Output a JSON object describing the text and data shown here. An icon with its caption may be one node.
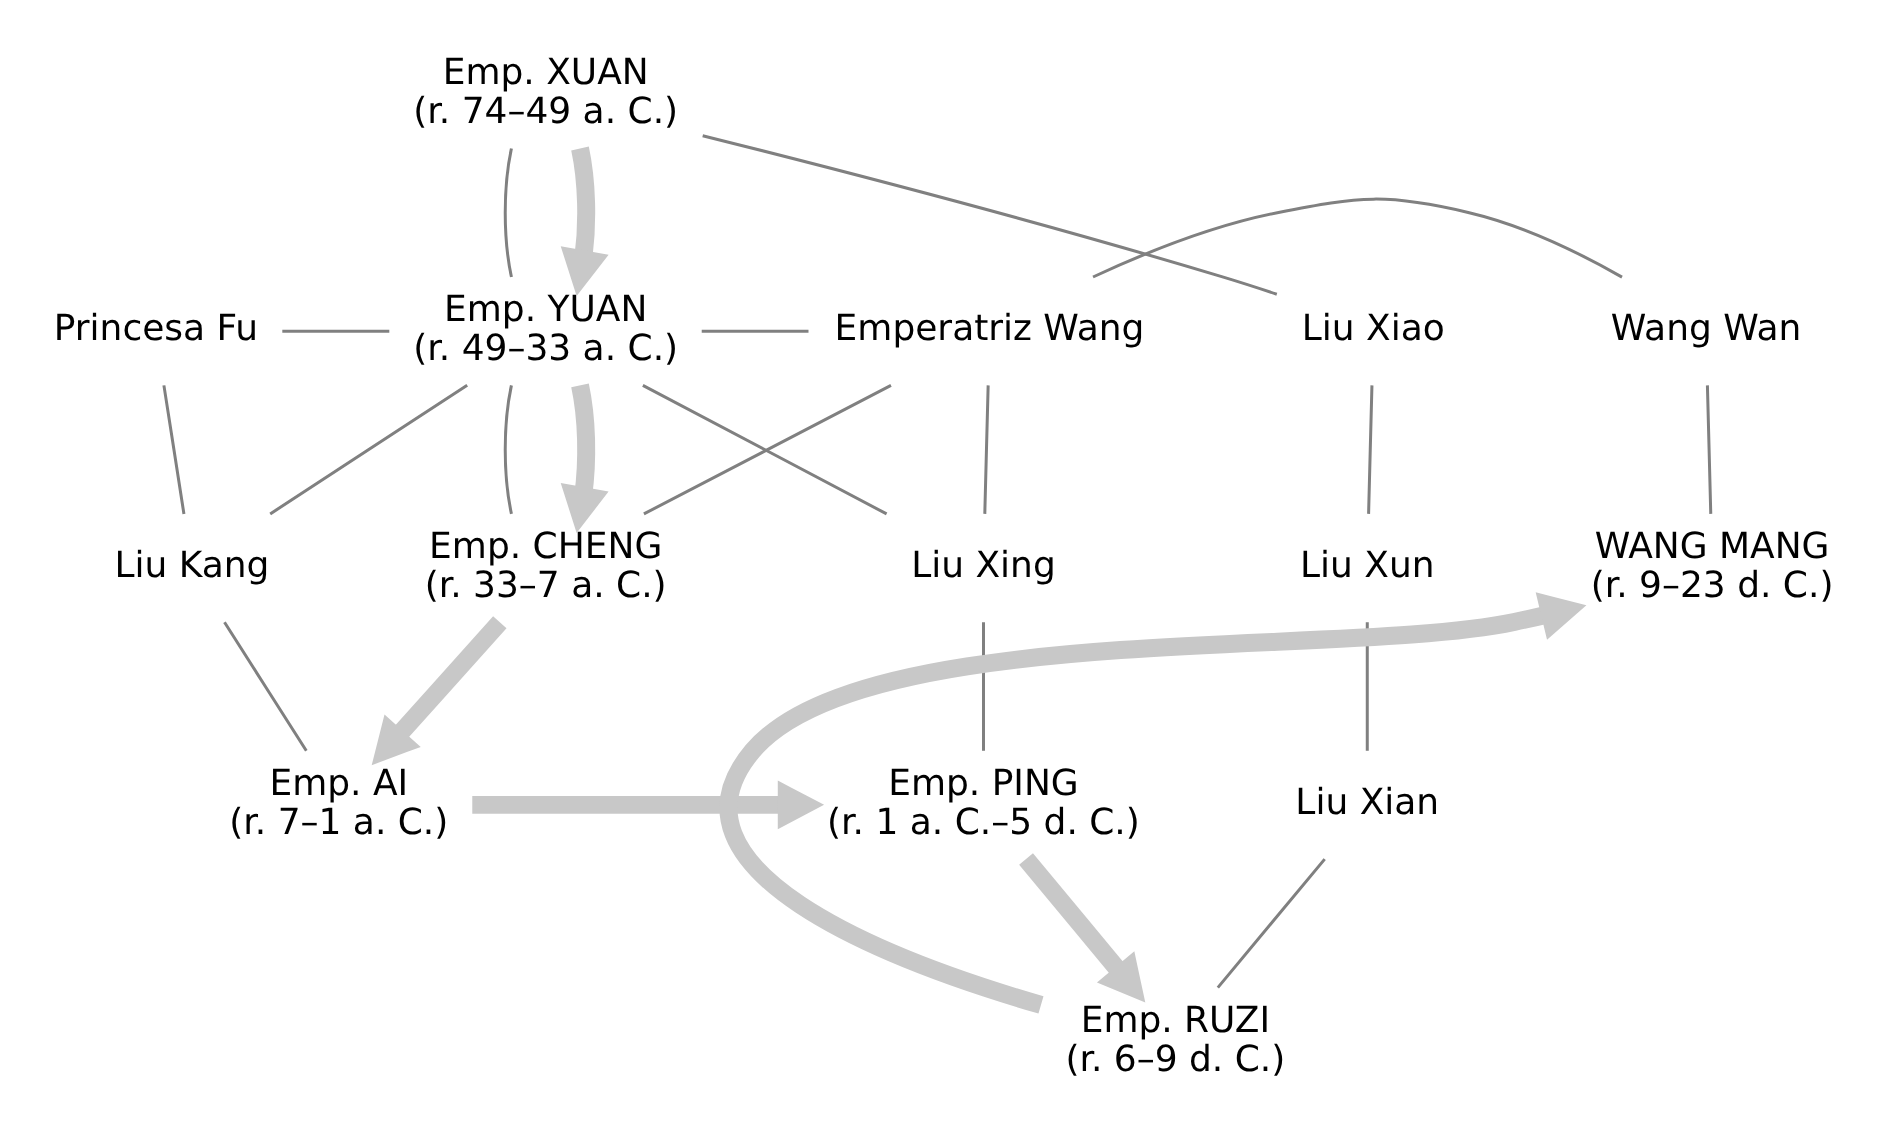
{
  "diagram": {
    "nodes": [
      {
        "text": [
          "Emp. XUAN",
          "(r. 74–49 a. C.)"
        ]
      },
      {
        "text": [
          "Liu Xiao"
        ]
      },
      {
        "text": [
          "Princesa Fu"
        ]
      },
      {
        "text": [
          "Emp. YUAN",
          "(r. 49–33 a. C.)"
        ]
      },
      {
        "text": [
          "Emperatriz Wang"
        ]
      },
      {
        "text": [
          "Wang Wan"
        ]
      },
      {
        "text": [
          "Liu Xun"
        ]
      },
      {
        "text": [
          "Liu Kang"
        ]
      },
      {
        "text": [
          "Emp. CHENG",
          "(r. 33–7 a. C.)"
        ]
      },
      {
        "text": [
          "Liu Xing"
        ]
      },
      {
        "text": [
          "WANG MANG",
          "(r. 9–23 d. C.)"
        ]
      },
      {
        "text": [
          "Liu Xian"
        ]
      },
      {
        "text": [
          "Emp. AI",
          "(r. 7–1 a. C.)"
        ]
      },
      {
        "text": [
          "Emp. PING",
          "(r. 1 a. C.–5 d. C.)"
        ]
      },
      {
        "text": [
          "Emp. RUZI",
          "(r. 6–9 d. C.)"
        ]
      }
    ],
    "edges": [
      {
        "from": 0,
        "to": 1,
        "arrow": "none"
      },
      {
        "from": 0,
        "to": 3,
        "arrow": "none"
      },
      {
        "from": 0,
        "to": 3,
        "arrow": "to",
        "style": "thick",
        "color": "#c8c8c8"
      },
      {
        "from": 2,
        "to": 3,
        "arrow": "none"
      },
      {
        "from": 2,
        "to": 7,
        "arrow": "none"
      },
      {
        "from": 3,
        "to": 7,
        "arrow": "none"
      },
      {
        "from": 3,
        "to": 4,
        "arrow": "none"
      },
      {
        "from": 3,
        "to": 8,
        "arrow": "none"
      },
      {
        "from": 4,
        "to": 8,
        "arrow": "none"
      },
      {
        "from": 3,
        "to": 9,
        "arrow": "none"
      },
      {
        "from": 4,
        "to": 9,
        "arrow": "none"
      },
      {
        "from": 4,
        "to": 5,
        "arrow": "none"
      },
      {
        "from": 3,
        "to": 8,
        "arrow": "to",
        "style": "thick",
        "color": "#c8c8c8"
      },
      {
        "from": 5,
        "to": 10,
        "arrow": "none"
      },
      {
        "from": 1,
        "to": 6,
        "arrow": "none"
      },
      {
        "from": 6,
        "to": 11,
        "arrow": "none"
      },
      {
        "from": 11,
        "to": 14,
        "arrow": "none"
      },
      {
        "from": 7,
        "to": 12,
        "arrow": "none"
      },
      {
        "from": 9,
        "to": 13,
        "arrow": "none"
      },
      {
        "from": 8,
        "to": 12,
        "arrow": "to",
        "style": "thick",
        "color": "#c8c8c8"
      },
      {
        "from": 12,
        "to": 13,
        "arrow": "to",
        "style": "thick",
        "color": "#c8c8c8"
      },
      {
        "from": 13,
        "to": 14,
        "arrow": "to",
        "style": "thick",
        "color": "#c8c8c8"
      },
      {
        "from": 14,
        "to": 10,
        "arrow": "to",
        "style": "thick",
        "color": "#c8c8c8"
      }
    ]
  }
}
